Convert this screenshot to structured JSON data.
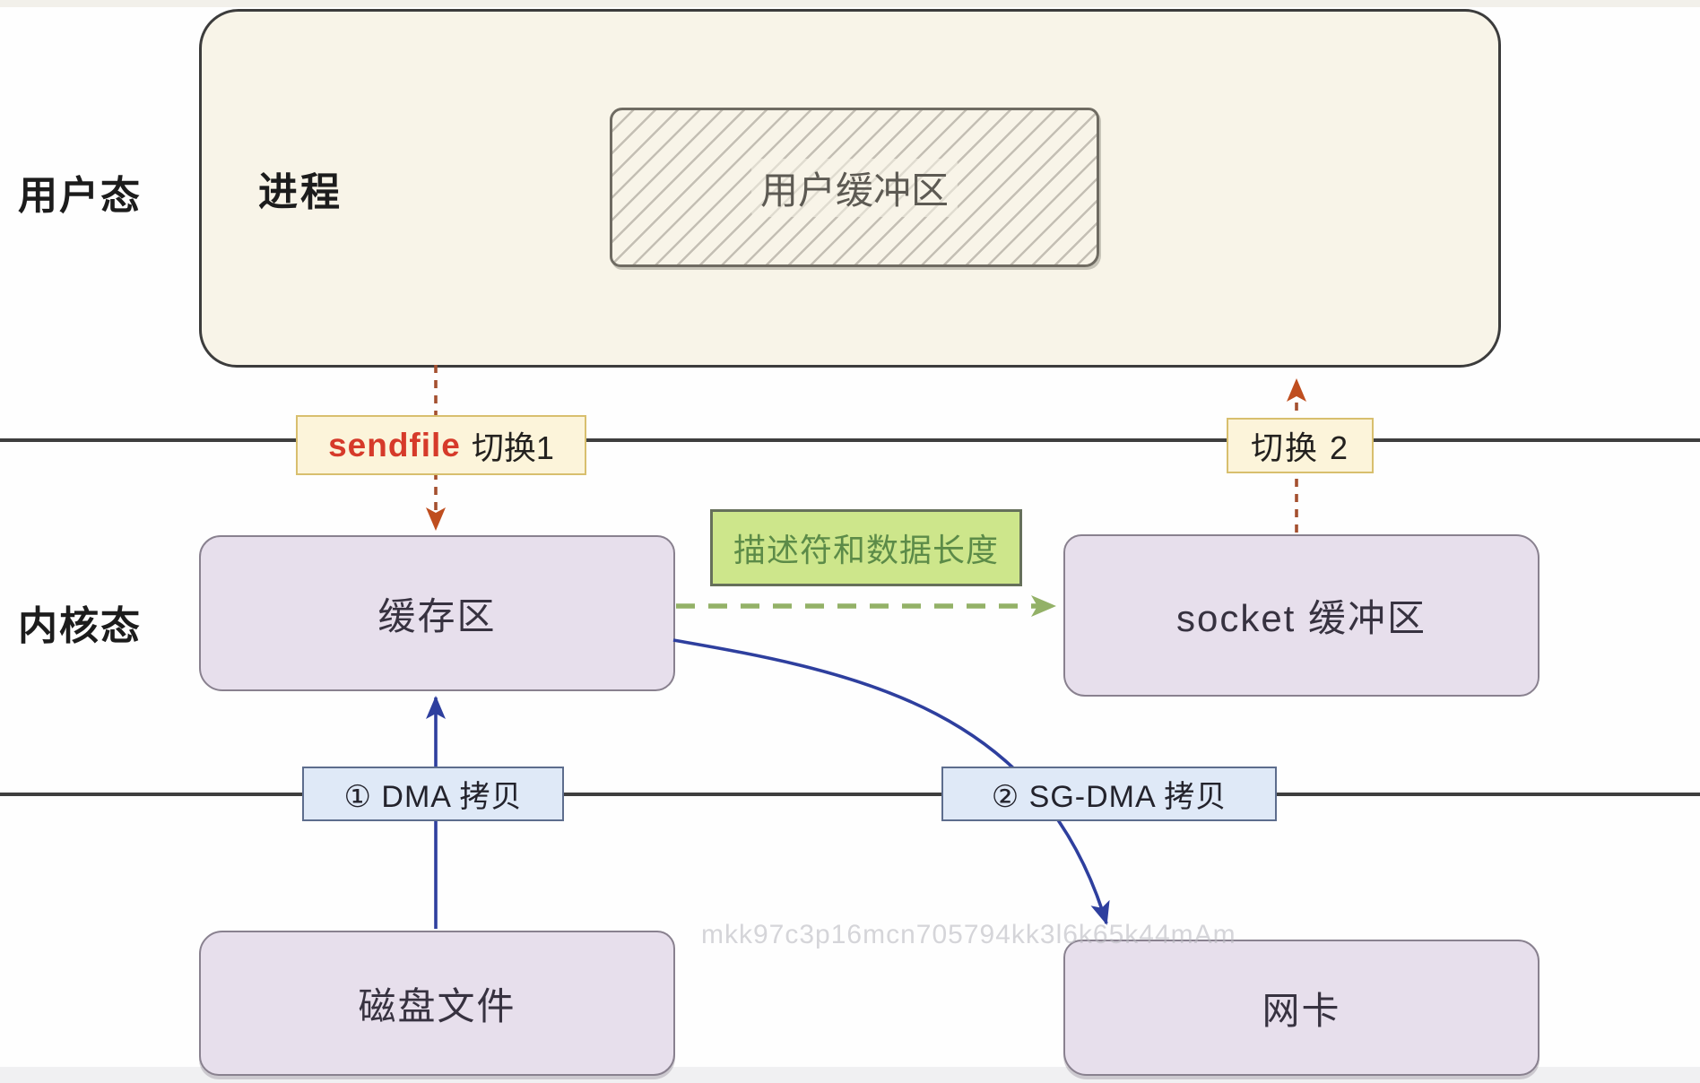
{
  "diagram": {
    "title_hint": "sendfile zero-copy data flow",
    "regions": {
      "user_mode": "用户态",
      "kernel_mode": "内核态"
    },
    "nodes": {
      "process": "进程",
      "user_buffer": "用户缓冲区",
      "kernel_buffer": "缓存区",
      "socket_buffer": "socket 缓冲区",
      "disk_file": "磁盘文件",
      "nic": "网卡"
    },
    "edges": {
      "sendfile_keyword": "sendfile",
      "switch1": "切换1",
      "switch2": "切换 2",
      "descriptor_and_length": "描述符和数据长度",
      "dma_copy": "① DMA 拷贝",
      "sg_dma_copy": "② SG-DMA 拷贝"
    },
    "watermark": "mkk97c3p16mcn705794kk3l6k65k44mAm"
  },
  "colors": {
    "cream": "#f8f4e8",
    "lavender": "#e7dfec",
    "accent_red": "#d63a2a",
    "red_line": "#a4502f",
    "red_arrow": "#bf4e1f",
    "blue_line": "#2e3f9e",
    "green_line": "#93b167",
    "green_text": "#5c8b48",
    "tag_yellow_bg": "#fcf4da",
    "tag_yellow_border": "#d8bf6e",
    "tag_green_bg": "#cde68b",
    "tag_blue_bg": "#dfe9f7"
  }
}
